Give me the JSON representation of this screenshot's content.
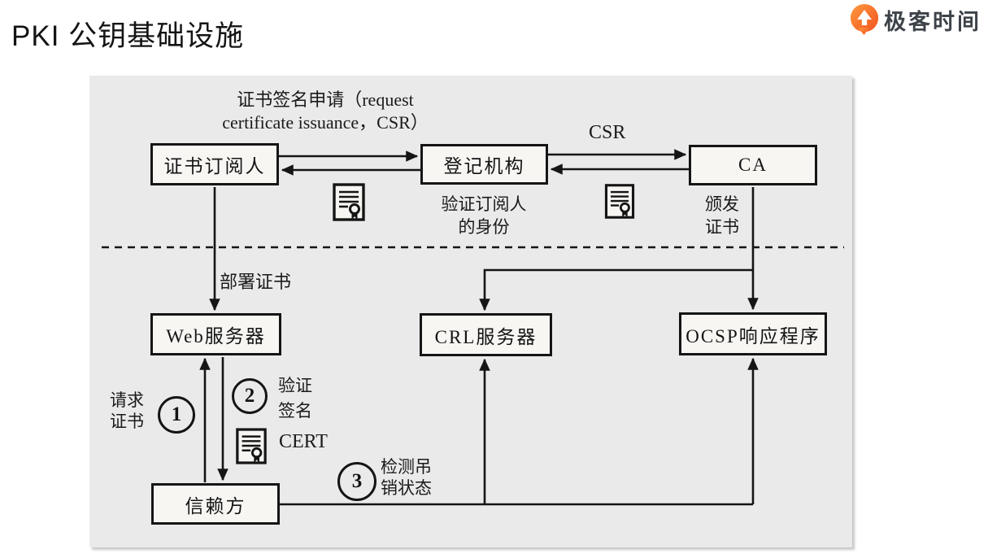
{
  "page": {
    "title": "PKI 公钥基础设施"
  },
  "brand": {
    "name": "极客时间",
    "accent_color": "#F1511F",
    "accent_color_light": "#FF9A3E",
    "text_color": "#3E434A"
  },
  "diagram": {
    "background": "#EBEAEA",
    "line_color": "#151515",
    "nodes": {
      "subscriber": {
        "label": "证书订阅人"
      },
      "ra": {
        "label": "登记机构"
      },
      "ca": {
        "label": "CA"
      },
      "web": {
        "label": "Web服务器"
      },
      "crl": {
        "label": "CRL服务器"
      },
      "ocsp": {
        "label": "OCSP响应程序"
      },
      "relying": {
        "label": "信赖方"
      }
    },
    "labels": {
      "csr_request_line1": "证书签名申请（request",
      "csr_request_line2": "certificate issuance，CSR）",
      "csr": "CSR",
      "verify_identity_line1": "验证订阅人",
      "verify_identity_line2": "的身份",
      "issue_cert_line1": "颁发",
      "issue_cert_line2": "证书",
      "deploy_cert": "部署证书",
      "request_cert_line1": "请求",
      "request_cert_line2": "证书",
      "verify_sig_line1": "验证",
      "verify_sig_line2": "签名",
      "cert": "CERT",
      "check_revocation_line1": "检测吊",
      "check_revocation_line2": "销状态"
    },
    "steps": {
      "step1": {
        "num": "1"
      },
      "step2": {
        "num": "2"
      },
      "step3": {
        "num": "3"
      }
    }
  }
}
